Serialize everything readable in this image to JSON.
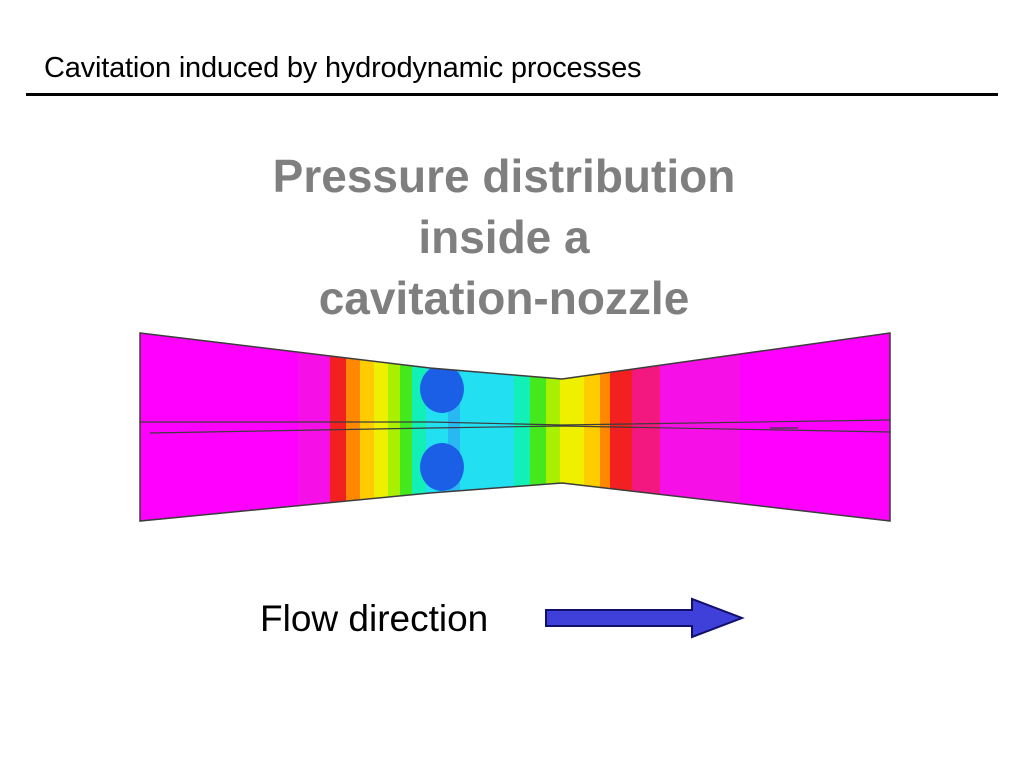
{
  "header": {
    "title": "Cavitation induced by hydrodynamic processes"
  },
  "figure": {
    "title_lines": [
      "Pressure distribution",
      "inside a",
      "cavitation-nozzle"
    ],
    "pressure_bands": [
      {
        "color": "#ff00ff"
      },
      {
        "color": "#f70fe8"
      },
      {
        "color": "#f2187f"
      },
      {
        "color": "#f22020"
      },
      {
        "color": "#ff8800"
      },
      {
        "color": "#ffcc00"
      },
      {
        "color": "#eef000"
      },
      {
        "color": "#a8f000"
      },
      {
        "color": "#44e81c"
      },
      {
        "color": "#12f0b8"
      },
      {
        "color": "#22e0f2"
      },
      {
        "color": "#2ab8f2"
      },
      {
        "color": "#1a5fe6"
      }
    ],
    "colors": {
      "outline": "#3c3c3c",
      "background_mesh": "#ff00ff"
    }
  },
  "flow": {
    "label": "Flow direction",
    "arrow_fill": "#3f3fd9",
    "arrow_stroke": "#10106a"
  }
}
